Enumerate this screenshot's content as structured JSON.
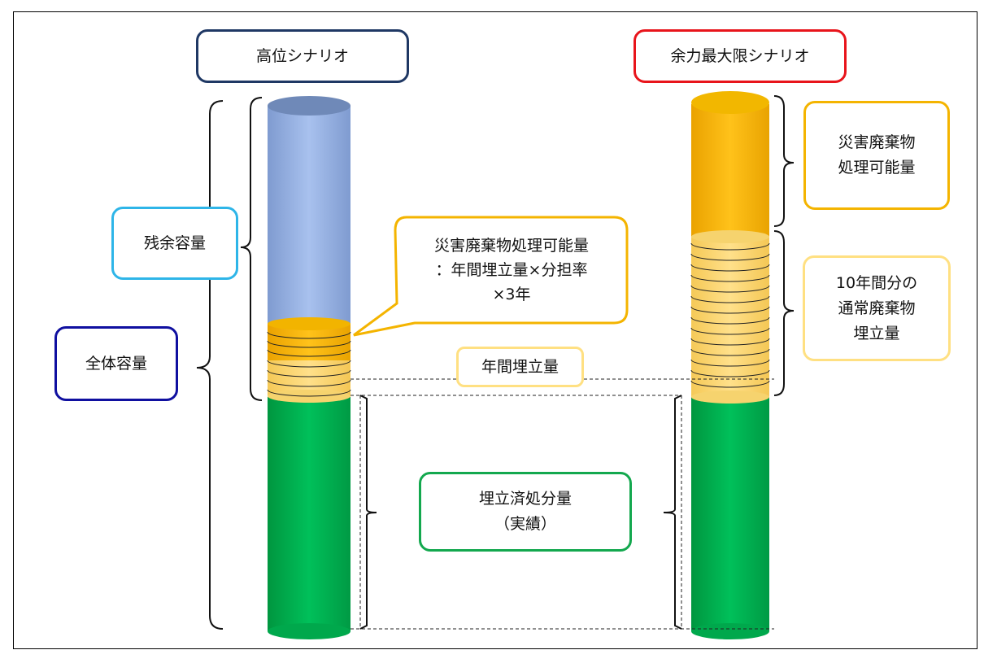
{
  "scenarios": {
    "high": {
      "label": "高位シナリオ",
      "border_color": "#1f3864"
    },
    "max": {
      "label": "余力最大限シナリオ",
      "border_color": "#e8141b"
    }
  },
  "labels": {
    "remaining_capacity": "残余容量",
    "total_capacity": "全体容量",
    "disaster_capacity_formula": "災害廃棄物処理可能量\n：年間埋立量×分担率\n×3年",
    "annual_landfill": "年間埋立量",
    "landfilled_actual": "埋立済処分量\n（実績）",
    "disaster_capacity": "災害廃棄物\n処理可能量",
    "ten_year_normal": "10年間分の\n通常廃棄物\n埋立量"
  },
  "colors": {
    "remaining_blue": "#94afe0",
    "disaster_orange": "#f7b500",
    "annual_yellow": "#ffd966",
    "landfilled_green": "#00b050",
    "cyan_border": "#2eb5e8",
    "navy_border": "#1010a0",
    "green_border": "#13a84e",
    "orange_border": "#f4b400",
    "yellow_border": "#ffe082"
  }
}
